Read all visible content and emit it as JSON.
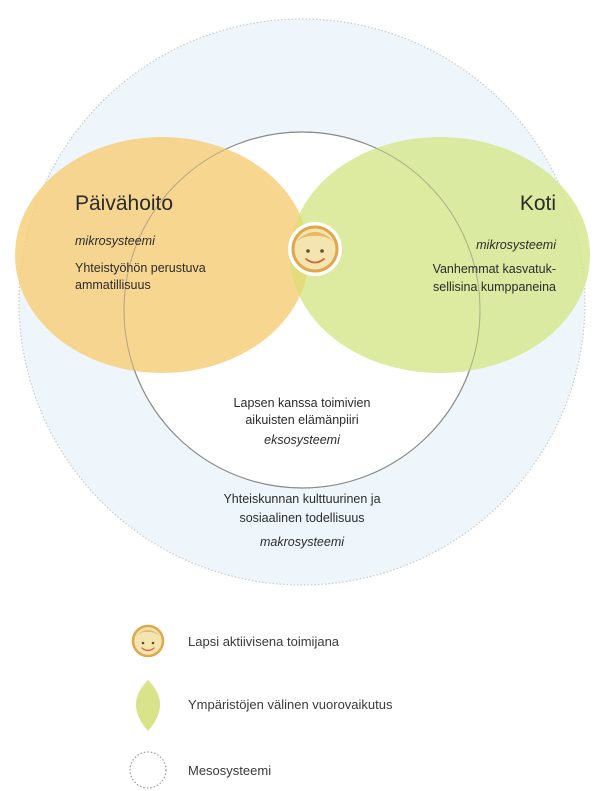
{
  "circles": {
    "micro_left": {
      "title": "Päivähoito",
      "level": "mikrosysteemi",
      "line1": "Yhteistyöhön perustuva",
      "line2": "ammatillisuus"
    },
    "micro_right": {
      "title": "Koti",
      "level": "mikrosysteemi",
      "line1": "Vanhemmat kasvatuk-",
      "line2": "sellisina kumppaneina"
    },
    "exo": {
      "line1": "Lapsen kanssa toimivien",
      "line2": "aikuisten elämänpiiri",
      "level": "eksosysteemi"
    },
    "macro": {
      "line1": "Yhteiskunnan kulttuurinen ja",
      "line2": "sosiaalinen todellisuus",
      "level": "makrosysteemi"
    }
  },
  "legend": [
    {
      "icon": "child-face-icon",
      "label": "Lapsi aktiivisena toimijana"
    },
    {
      "icon": "leaf-shape-icon",
      "label": "Ympäristöjen välinen vuorovaikutus"
    },
    {
      "icon": "dotted-circle-icon",
      "label": "Mesosysteemi"
    }
  ],
  "colors": {
    "orange": "#f6cf7d",
    "green": "#d6e88f",
    "overlap": "#e4dc7c",
    "macro_fill": "#eef6fb",
    "face": "#f3e4b0"
  }
}
